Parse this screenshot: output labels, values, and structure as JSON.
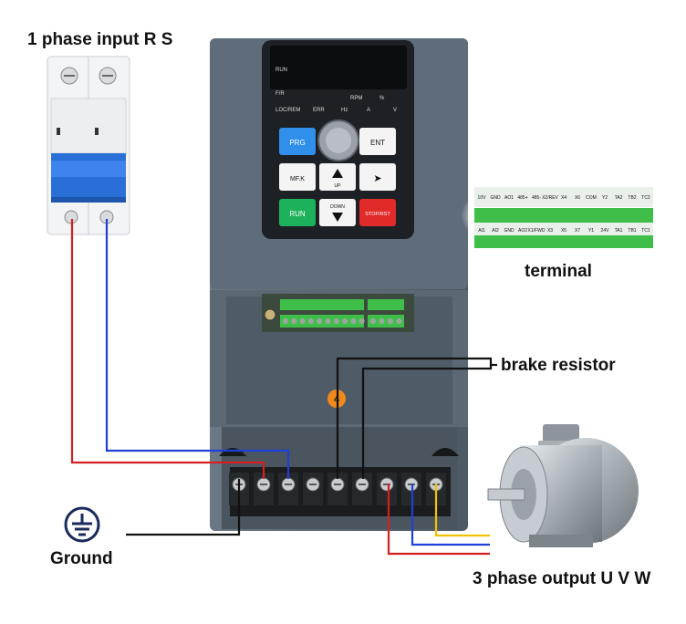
{
  "labels": {
    "input": "1 phase input R S",
    "terminal": "terminal",
    "brake": "brake resistor",
    "ground": "Ground",
    "output": "3 phase output U V W"
  },
  "display": {
    "run": "RUN",
    "fr": "F/R",
    "locrem": "LOC/REM",
    "err": "ERR",
    "hz": "Hz",
    "a": "A",
    "v": "V",
    "rpm": "RPM",
    "pct": "%"
  },
  "keys": {
    "prg": "PRG",
    "ent": "ENT",
    "mfk": "MF.K",
    "up": "UP",
    "right": "➤",
    "run": "RUN",
    "down": "DOWN",
    "stop": "STOP/RST"
  },
  "terminal_top": [
    "10V",
    "GND",
    "AO1",
    "485+",
    "485-",
    "X2/REV",
    "X4",
    "X6",
    "COM",
    "Y2",
    "TA2",
    "TB2",
    "TC2"
  ],
  "terminal_bottom": [
    "AI1",
    "AI2",
    "GND",
    "AO2",
    "X1/FWD",
    "X3",
    "X5",
    "X7",
    "Y1",
    "24V",
    "TA1",
    "TB1",
    "TC1"
  ],
  "colors": {
    "wire_r": "#d42020",
    "wire_s": "#1f3fd6",
    "wire_w": "#f2c200",
    "wire_black": "#111111",
    "body": "#5d6b78",
    "terminal_green": "#3fbf4a"
  }
}
